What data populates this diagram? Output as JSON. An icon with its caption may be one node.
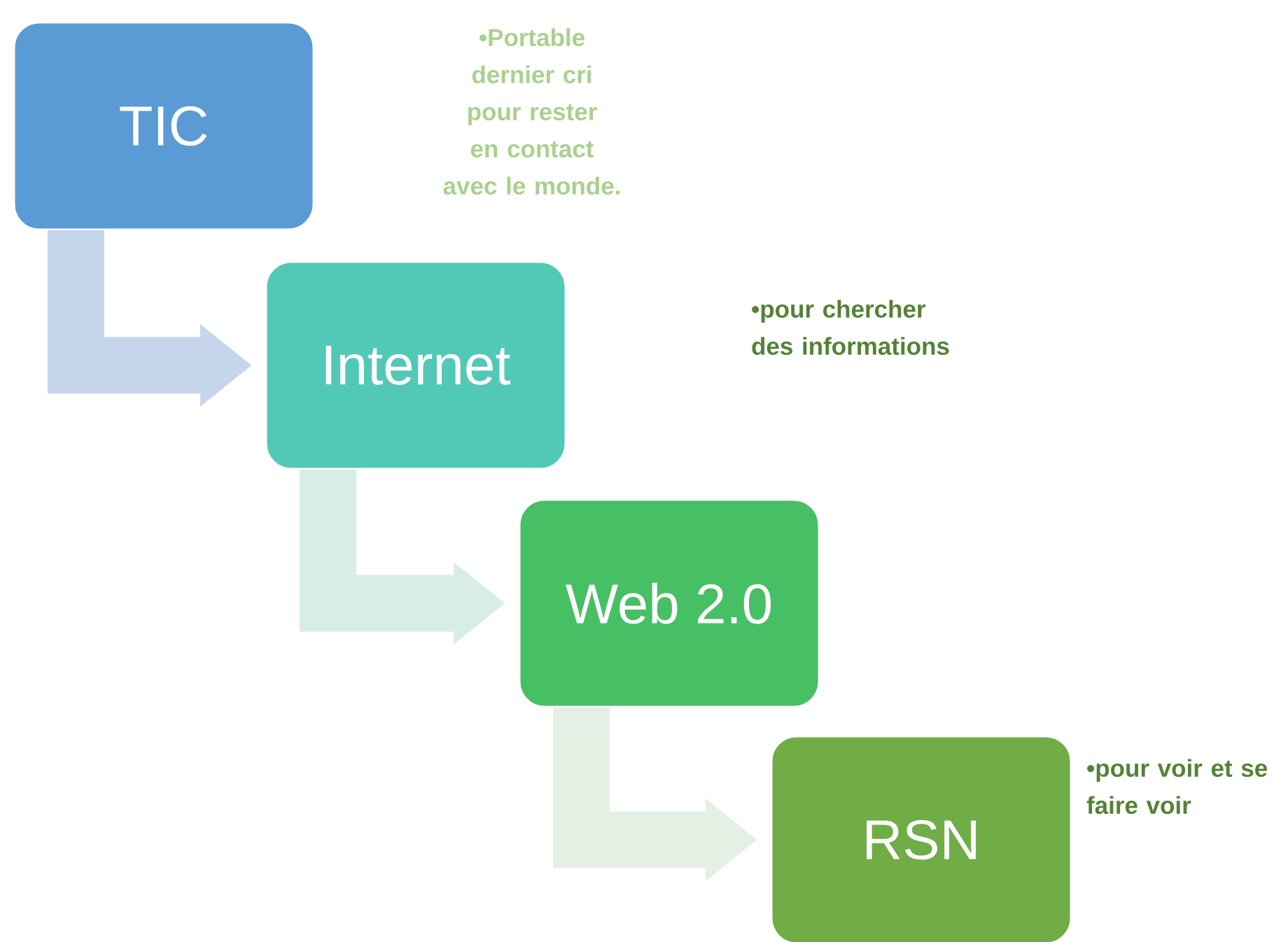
{
  "diagram": {
    "nodes": [
      {
        "text": [
          "TIC"
        ]
      },
      {
        "text": [
          "Internet"
        ]
      },
      {
        "text": [
          "Web 2.0"
        ]
      },
      {
        "text": [
          "RSN"
        ]
      }
    ],
    "edges": [
      {
        "from": 0,
        "to": 1,
        "arrow": "to",
        "color": "#c5d5ec"
      },
      {
        "from": 1,
        "to": 2,
        "arrow": "to",
        "color": "#d8ede8"
      },
      {
        "from": 2,
        "to": 3,
        "arrow": "to",
        "color": "#e5f0e5"
      }
    ],
    "labels": [
      "•Portable dernier cri pour rester en contact avec le monde.",
      "•pour chercher des informations",
      "•pour voir et se faire voir"
    ]
  }
}
